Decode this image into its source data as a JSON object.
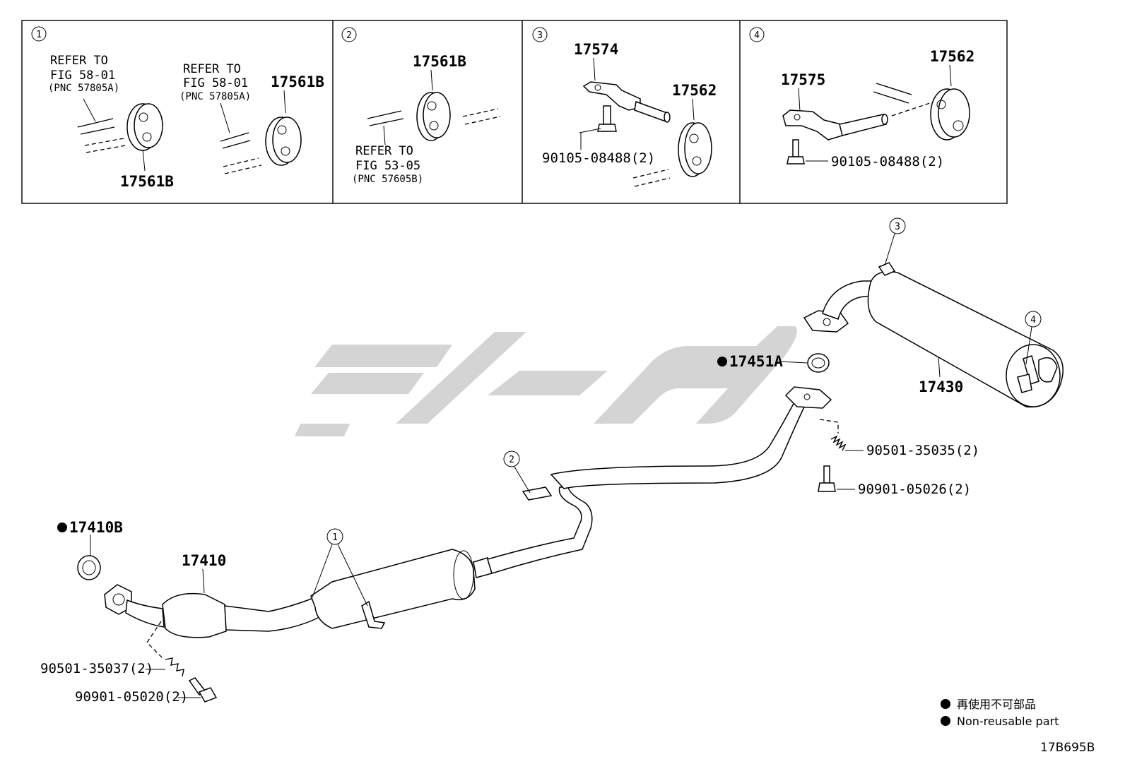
{
  "panels": [
    {
      "index": "1",
      "labels": {
        "ref_a_line1": "REFER TO",
        "ref_a_line2": "FIG 58-01",
        "ref_a_pnc": "(PNC 57805A)",
        "ref_b_line1": "REFER TO",
        "ref_b_line2": "FIG 58-01",
        "ref_b_pnc": "(PNC 57805A)",
        "part_right": "17561B",
        "part_bottom": "17561B"
      }
    },
    {
      "index": "2",
      "labels": {
        "part_top": "17561B",
        "ref_line1": "REFER TO",
        "ref_line2": "FIG 53-05",
        "ref_pnc": "(PNC 57605B)"
      }
    },
    {
      "index": "3",
      "labels": {
        "bracket": "17574",
        "hanger": "17562",
        "bolt": "90105-08488(2)"
      }
    },
    {
      "index": "4",
      "labels": {
        "bracket": "17575",
        "hanger": "17562",
        "bolt": "90105-08488(2)"
      }
    }
  ],
  "main": {
    "callouts": [
      "1",
      "2",
      "3",
      "4"
    ],
    "parts": {
      "gasket_front": "17410B",
      "front_pipe": "17410",
      "gasket_rear": "17451A",
      "tail_pipe": "17430",
      "spring_rear": "90501-35035(2)",
      "bolt_rear": "90901-05026(2)",
      "spring_front": "90501-35037(2)",
      "bolt_front": "90901-05020(2)"
    }
  },
  "legend": {
    "line_jp": "再使用不可部品",
    "line_en": "Non-reusable part"
  },
  "figure_code": "17B695B",
  "colors": {
    "line": "#000000",
    "watermark": "#d4d4d4",
    "background": "#ffffff"
  }
}
